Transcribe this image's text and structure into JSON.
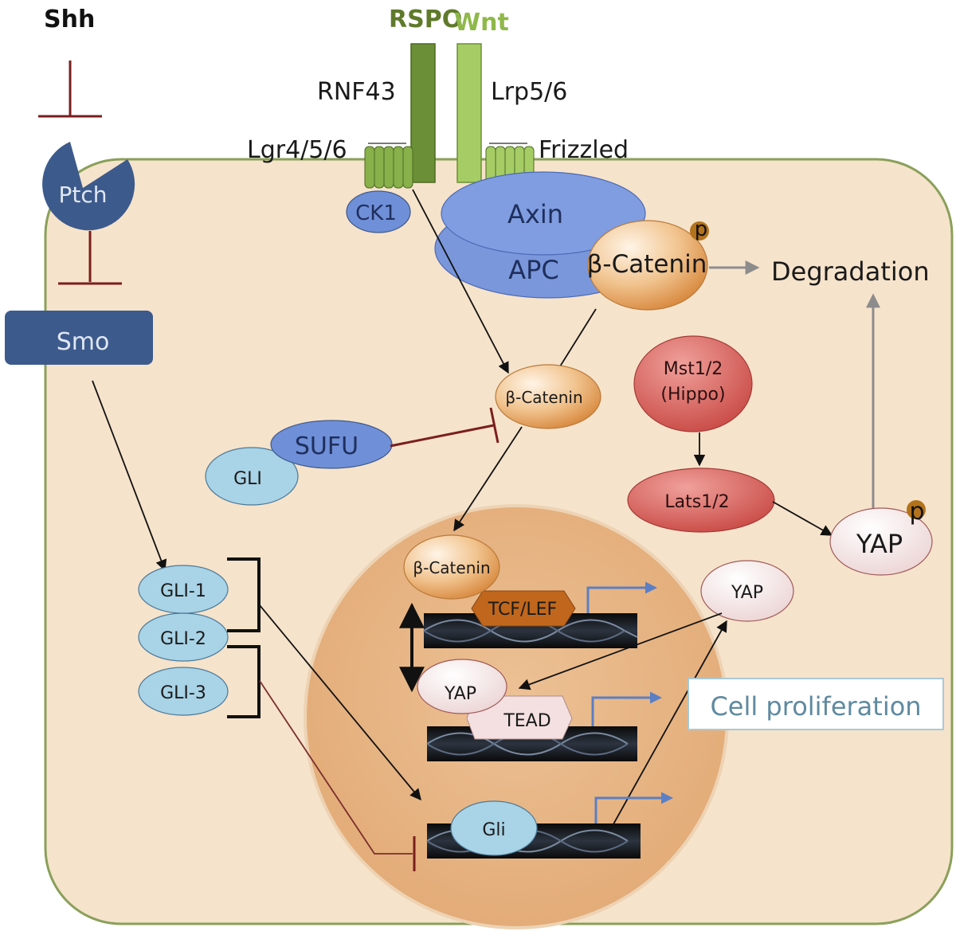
{
  "labels": {
    "shh": "Shh",
    "rspo": "RSPO",
    "wnt": "Wnt",
    "rnf43": "RNF43",
    "lrp": "Lrp5/6",
    "lgr": "Lgr4/5/6",
    "frizzled": "Frizzled",
    "ck1": "CK1",
    "axin": "Axin",
    "apc": "APC",
    "beta_catenin_membrane": "β-Catenin",
    "phospho_p": "p",
    "degradation": "Degradation",
    "ptch": "Ptch",
    "smo": "Smo",
    "beta_catenin_cyto": "β-Catenin",
    "sufu": "SUFU",
    "gli_cyto": "GLI",
    "mst": "Mst1/2",
    "hippo": "(Hippo)",
    "lats": "Lats1/2",
    "yap_phospho": "YAP",
    "gli1": "GLI-1",
    "gli2": "GLI-2",
    "gli3": "GLI-3",
    "beta_catenin_nuc": "β-Catenin",
    "tcf_lef": "TCF/LEF",
    "yap_nuc_free": "YAP",
    "yap_nuc_bound": "YAP",
    "tead": "TEAD",
    "cell_proliferation": "Cell proliferation",
    "gli_nuc": "Gli"
  },
  "colors": {
    "cell_fill": "#f6e3cb",
    "cell_border": "#8aa05a",
    "nucleus_fill": "#e6b585",
    "nucleus_border": "#e9cfb0",
    "wnt_green": "#5f7a2b",
    "wnt_light_green": "#8fb84a",
    "receptor_green": "#6b8f36",
    "hh_blue": "#3d5a8c",
    "axin_blue": "#6f8fd8",
    "gli_light_blue": "#a9d3e6",
    "catenin_orange": "#e3a25e",
    "hippo_red": "#d9625e",
    "yap_pink": "#f6e6e6",
    "inhibit_red": "#7a1e1e",
    "prolif_text": "#5f8aa0",
    "transcription_arrow": "#5b7fc4",
    "degradation_arrow": "#888888"
  }
}
